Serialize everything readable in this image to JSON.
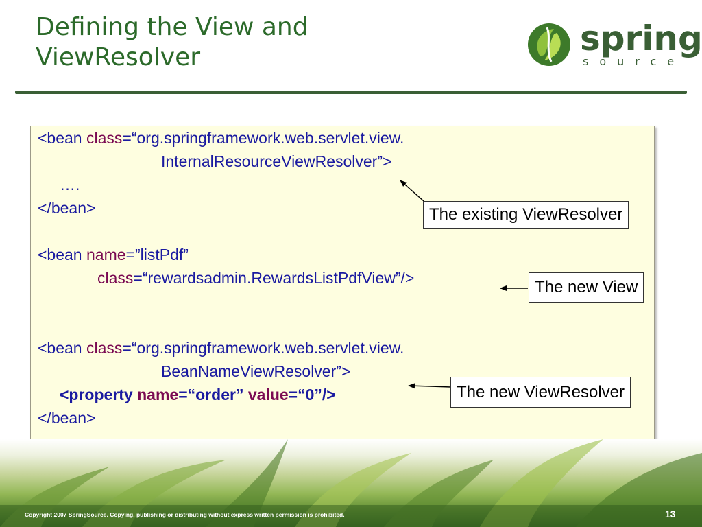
{
  "slide": {
    "title_line1": "Defining the View and",
    "title_line2": "ViewResolver",
    "logo_word": "spring",
    "logo_sub": "source",
    "footer": "Copyright 2007 SpringSource.  Copying, publishing or distributing without express written permission is prohibited.",
    "page_number": "13"
  },
  "code": {
    "lt_bean": "<bean ",
    "class_kw": "class",
    "eq": "=",
    "q_pkg": "“org.springframework.web.servlet.view.",
    "irvr": "InternalResourceViewResolver”>",
    "dots": "….",
    "end_bean": "</bean>",
    "name_kw": "name",
    "q_listpdf": "”listPdf”",
    "q_view": "“rewardsadmin.RewardsListPdfView”/>",
    "bnvr": "BeanNameViewResolver”>",
    "lt_property": "<property ",
    "q_order": "“order” ",
    "value_kw": "value",
    "q_zero": "“0”",
    "close_tag": "/>"
  },
  "callouts": {
    "existing": "The existing ViewResolver",
    "new_view": "The new View",
    "new_resolver": "The new ViewResolver"
  },
  "colors": {
    "title": "#2c6a2a",
    "code_text": "#1a1aa0",
    "code_keyword": "#7a0a52",
    "box_fill": "#fefee0"
  }
}
